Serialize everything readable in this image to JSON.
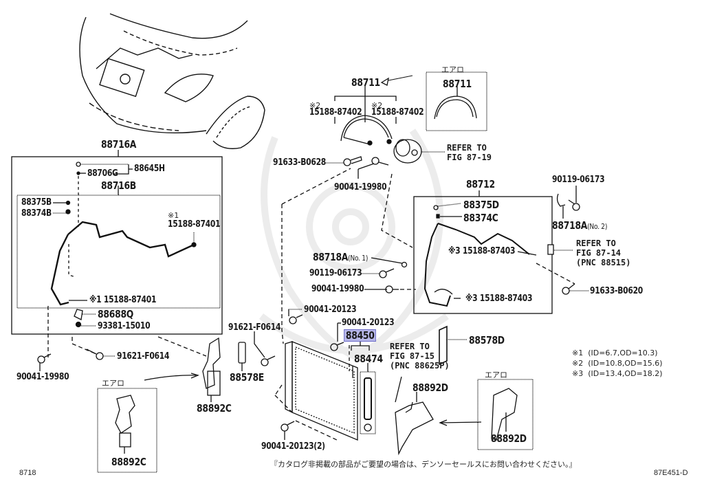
{
  "diagram": {
    "figure_number": "8718",
    "figure_code": "87E451-D",
    "footer_note": "『カタログ非掲載の部品がご要望の場合は、デンソーセールスにお問い合わせください。』",
    "aero_label": "エアロ",
    "highlight_color": "#b7b7e8",
    "highlighted_part": "88450",
    "legend": [
      "※1  (ID=6.7,OD=10.3)",
      "※2  (ID=10.8,OD=15.6)",
      "※3  (ID=13.4,OD=18.2)"
    ],
    "refs": {
      "fig_87_19": "REFER TO\nFIG 87-19",
      "fig_87_14": "REFER TO\nFIG 87-14\n(PNC 88515)",
      "fig_87_15": "REFER TO\nFIG 87-15\n(PNC 88625P)"
    },
    "parts": {
      "p88711": "88711",
      "p88711_aero": "88711",
      "p15188_87402_a_mark": "※2",
      "p15188_87402_a": "15188-87402",
      "p15188_87402_b_mark": "※2",
      "p15188_87402_b": "15188-87402",
      "p91633_B0628": "91633-B0628",
      "p90041_19980_top": "90041-19980",
      "p88716A": "88716A",
      "p88706G": "88706G",
      "p88645H": "88645H",
      "p88716B": "88716B",
      "p88375B": "88375B",
      "p88374B": "88374B",
      "p15188_87401_a_mark": "※1",
      "p15188_87401_a": "15188-87401",
      "p15188_87401_b": "※1 15188-87401",
      "p88688Q": "88688Q",
      "p93381_15010": "93381-15010",
      "p91621_F0614_left": "91621-F0614",
      "p90041_19980_left": "90041-19980",
      "p88712": "88712",
      "p88375D": "88375D",
      "p88374C": "88374C",
      "p15188_87403_a": "※3 15188-87403",
      "p15188_87403_b": "※3  15188-87403",
      "p90119_06173_right": "90119-06173",
      "p88718A_no2": "88718A",
      "p88718A_no2_sub": "(No. 2)",
      "p91633_B0620": "91633-B0620",
      "p88718A_no1": "88718A",
      "p88718A_no1_sub": "(No. 1)",
      "p90119_06173_mid": "90119-06173",
      "p90041_19980_mid": "90041-19980",
      "p90041_20123_a": "90041-20123",
      "p90041_20123_b": "90041-20123",
      "p91621_F0614_mid": "91621-F0614",
      "p88450": "88450",
      "p88474": "88474",
      "p88578D": "88578D",
      "p88578E": "88578E",
      "p88892C": "88892C",
      "p88892C_aero": "88892C",
      "p88892D": "88892D",
      "p88892D_aero": "88892D",
      "p90041_20123_2": "90041-20123(2)"
    }
  }
}
